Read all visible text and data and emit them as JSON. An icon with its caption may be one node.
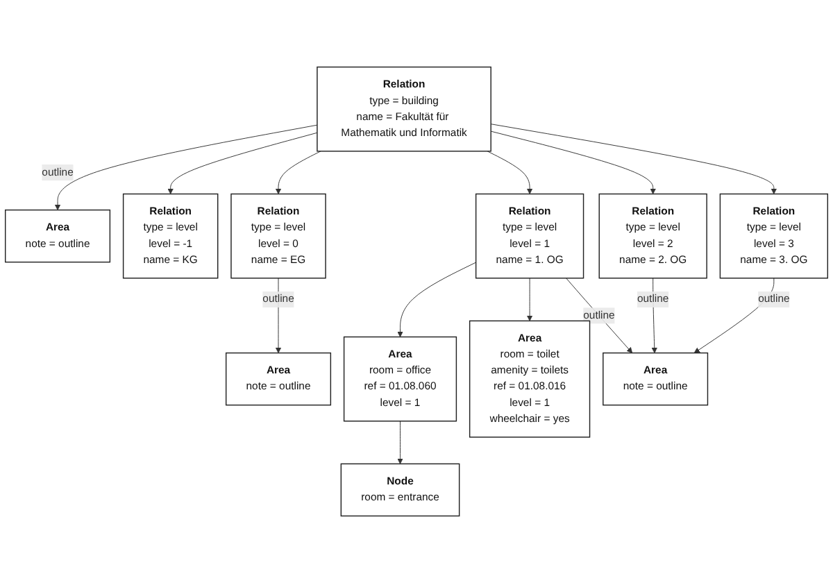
{
  "diagram": {
    "nodes": [
      {
        "text": [
          "Relation",
          "type = building",
          "name = Fakultät für Mathematik und Informatik"
        ]
      },
      {
        "text": [
          "Area",
          "note = outline"
        ]
      },
      {
        "text": [
          "Relation",
          "type = level",
          "level = -1",
          "name = KG"
        ]
      },
      {
        "text": [
          "Relation",
          "type = level",
          "level = 0",
          "name = EG"
        ]
      },
      {
        "text": [
          "Relation",
          "type = level",
          "level = 1",
          "name = 1. OG"
        ]
      },
      {
        "text": [
          "Relation",
          "type = level",
          "level = 2",
          "name = 2. OG"
        ]
      },
      {
        "text": [
          "Relation",
          "type = level",
          "level = 3",
          "name = 3. OG"
        ]
      },
      {
        "text": [
          "Area",
          "note = outline"
        ]
      },
      {
        "text": [
          "Area",
          "room = office",
          "ref = 01.08.060",
          "level = 1"
        ]
      },
      {
        "text": [
          "Area",
          "room = toilet",
          "amenity = toilets",
          "ref = 01.08.016",
          "level = 1",
          "wheelchair = yes"
        ]
      },
      {
        "text": [
          "Area",
          "note = outline"
        ]
      },
      {
        "text": [
          "Node",
          "room = entrance"
        ]
      }
    ],
    "edges": [
      {
        "from": 0,
        "to": 1,
        "arrow": "to",
        "label": "outline"
      },
      {
        "from": 0,
        "to": 2,
        "arrow": "to"
      },
      {
        "from": 0,
        "to": 3,
        "arrow": "to"
      },
      {
        "from": 0,
        "to": 4,
        "arrow": "to"
      },
      {
        "from": 0,
        "to": 5,
        "arrow": "to"
      },
      {
        "from": 0,
        "to": 6,
        "arrow": "to"
      },
      {
        "from": 3,
        "to": 7,
        "arrow": "to",
        "label": "outline"
      },
      {
        "from": 4,
        "to": 8,
        "arrow": "to"
      },
      {
        "from": 4,
        "to": 9,
        "arrow": "to"
      },
      {
        "from": 4,
        "to": 10,
        "arrow": "to",
        "label": "outline"
      },
      {
        "from": 5,
        "to": 10,
        "arrow": "to",
        "label": "outline"
      },
      {
        "from": 6,
        "to": 10,
        "arrow": "to",
        "label": "outline"
      },
      {
        "from": 8,
        "to": 11,
        "arrow": "to"
      }
    ]
  }
}
